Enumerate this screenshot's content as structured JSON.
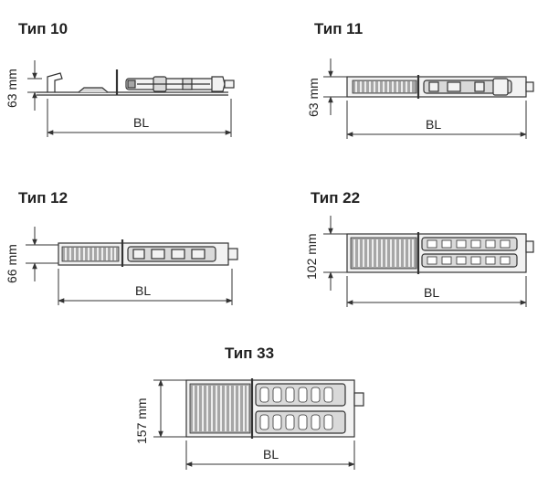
{
  "colors": {
    "line": "#333333",
    "fill_light": "#f2f2f2",
    "fill_mid": "#d9d9d9",
    "fill_dark": "#a6a6a6",
    "background": "#ffffff"
  },
  "panels": [
    {
      "id": "t10",
      "title": "Тип 10",
      "height_label": "63 mm",
      "width_label": "BL"
    },
    {
      "id": "t11",
      "title": "Тип 11",
      "height_label": "63 mm",
      "width_label": "BL"
    },
    {
      "id": "t12",
      "title": "Тип 12",
      "height_label": "66 mm",
      "width_label": "BL"
    },
    {
      "id": "t22",
      "title": "Тип 22",
      "height_label": "102 mm",
      "width_label": "BL"
    },
    {
      "id": "t33",
      "title": "Тип 33",
      "height_label": "157 mm",
      "width_label": "BL"
    }
  ]
}
